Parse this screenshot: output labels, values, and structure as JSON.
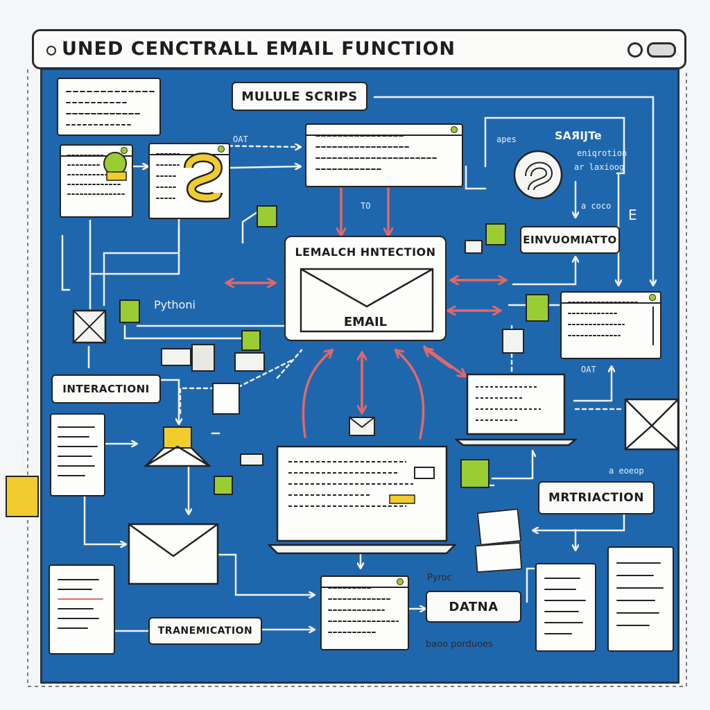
{
  "window": {
    "title": "UNED CENCTRALL EMAIL FUNCTION"
  },
  "nodes": {
    "module_scripts": "MULULE SCRIPS",
    "central_heading": "LEMALCH HNTECTION",
    "central_email": "EMAIL",
    "environment": "EINVUOMIATTO",
    "interaction": "INTERACTIONI",
    "extraction": "MRTRIACTION",
    "transmission": "TRANEMICATION",
    "data": "DATNA"
  },
  "annotations": {
    "python_left": "Pythoni",
    "sandbox_line1": "SAЯIJTe",
    "sandbox_line2": "eniqrotion",
    "sandbox_line3": "ar laxioog",
    "top_left_oat": "OAT",
    "top_mid_to": "TO",
    "top_right_apes": "apes",
    "right_e": "E",
    "right_oat": "OAT",
    "right_code": "a coco",
    "bottom_right_code": "a eoeop",
    "bottom_pyroc": "Pyroc",
    "bottom_baoo": "baoo porduoes"
  },
  "colors": {
    "canvas": "#1f67ad",
    "line": "#f2f2f0",
    "arrow_red": "#e46767",
    "python_yellow": "#f1cc2e",
    "accent_green": "#9acd32"
  },
  "icons": [
    "python-logo-icon",
    "envelope-icon",
    "laptop-icon",
    "code-window-icon",
    "document-icon",
    "sticky-note-icon"
  ]
}
